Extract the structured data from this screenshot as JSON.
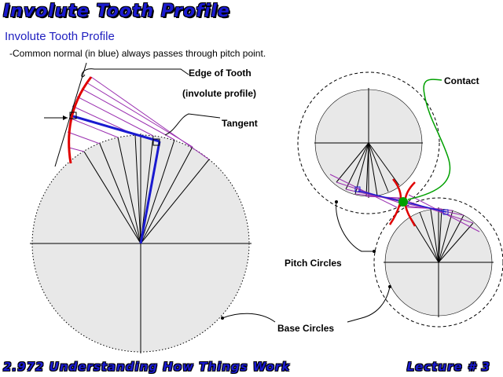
{
  "slide": {
    "title": "Involute Tooth Profile",
    "subtitle": "Involute Tooth Profile",
    "note": "-Common normal (in blue) always passes through pitch point."
  },
  "labels": {
    "edge_of_tooth": "Edge of Tooth",
    "involute_profile": "(involute profile)",
    "tangent": "Tangent",
    "contact": "Contact",
    "pitch_circles": "Pitch Circles",
    "base_circles": "Base Circles"
  },
  "footer": {
    "course": "2.972 Understanding How Things Work",
    "lecture": "Lecture # 3"
  },
  "colors": {
    "title": "#1a1ad0",
    "common_normal": "#1a1ad0",
    "involute": "#e00000",
    "tangent_lines": "#9a2fb0",
    "contact_leader": "#00a000",
    "base_circle_fill": "#e8e8e8"
  }
}
